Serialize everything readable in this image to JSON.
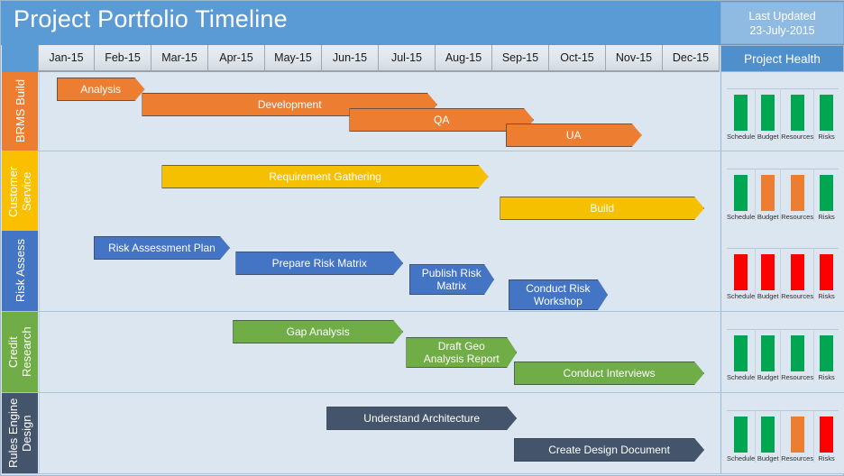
{
  "header": {
    "title": "Project Portfolio Timeline",
    "last_updated_label": "Last Updated",
    "last_updated_value": "23-July-2015",
    "health_column_title": "Project Health"
  },
  "timeline": {
    "months": [
      "Jan-15",
      "Feb-15",
      "Mar-15",
      "Apr-15",
      "May-15",
      "Jun-15",
      "Jul-15",
      "Aug-15",
      "Sep-15",
      "Oct-15",
      "Nov-15",
      "Dec-15"
    ]
  },
  "health_metrics": [
    "Schedule",
    "Budget",
    "Resources",
    "Risks"
  ],
  "status_colors": {
    "green": "#00a651",
    "amber": "#ed7d31",
    "red": "#ff0000"
  },
  "lanes": [
    {
      "name": "BRMS Build",
      "color": "#ed7d31",
      "bar_color": "#ed7d31",
      "tasks": [
        {
          "label": "Analysis",
          "start": 0.3,
          "span": 1.55
        },
        {
          "label": "Development",
          "start": 1.8,
          "span": 5.2
        },
        {
          "label": "QA",
          "start": 5.45,
          "span": 3.25
        },
        {
          "label": "UA",
          "start": 8.2,
          "span": 2.4
        }
      ],
      "health": [
        "green",
        "green",
        "green",
        "green"
      ]
    },
    {
      "name": "Customer Service",
      "color": "#fac000",
      "bar_color": "#f5c000",
      "tasks": [
        {
          "label": "Requirement Gathering",
          "start": 2.15,
          "span": 5.75
        },
        {
          "label": "Build",
          "start": 8.1,
          "span": 3.6
        }
      ],
      "health": [
        "green",
        "amber",
        "amber",
        "green"
      ]
    },
    {
      "name": "Risk Assess",
      "color": "#4474c4",
      "bar_color": "#4474c4",
      "tasks": [
        {
          "label": "Risk Assessment Plan",
          "start": 0.95,
          "span": 2.4
        },
        {
          "label": "Prepare Risk Matrix",
          "start": 3.45,
          "span": 2.95
        },
        {
          "label": "Publish Risk\nMatrix",
          "start": 6.5,
          "span": 1.5,
          "two_line": true
        },
        {
          "label": "Conduct Risk\nWorkshop",
          "start": 8.25,
          "span": 1.75,
          "two_line": true
        }
      ],
      "health": [
        "red",
        "red",
        "red",
        "red"
      ]
    },
    {
      "name": "Credit Research",
      "color": "#70ad47",
      "bar_color": "#70ad47",
      "tasks": [
        {
          "label": "Gap Analysis",
          "start": 3.4,
          "span": 3.0
        },
        {
          "label": "Draft Geo\nAnalysis Report",
          "start": 6.45,
          "span": 1.95,
          "two_line": true
        },
        {
          "label": "Conduct Interviews",
          "start": 8.35,
          "span": 3.35
        }
      ],
      "health": [
        "green",
        "green",
        "green",
        "green"
      ]
    },
    {
      "name": "Rules Engine Design",
      "color": "#44546a",
      "bar_color": "#44546a",
      "tasks": [
        {
          "label": "Understand Architecture",
          "start": 5.05,
          "span": 3.35
        },
        {
          "label": "Create Design Document",
          "start": 8.35,
          "span": 3.35
        }
      ],
      "health": [
        "green",
        "green",
        "amber",
        "red"
      ]
    }
  ]
}
